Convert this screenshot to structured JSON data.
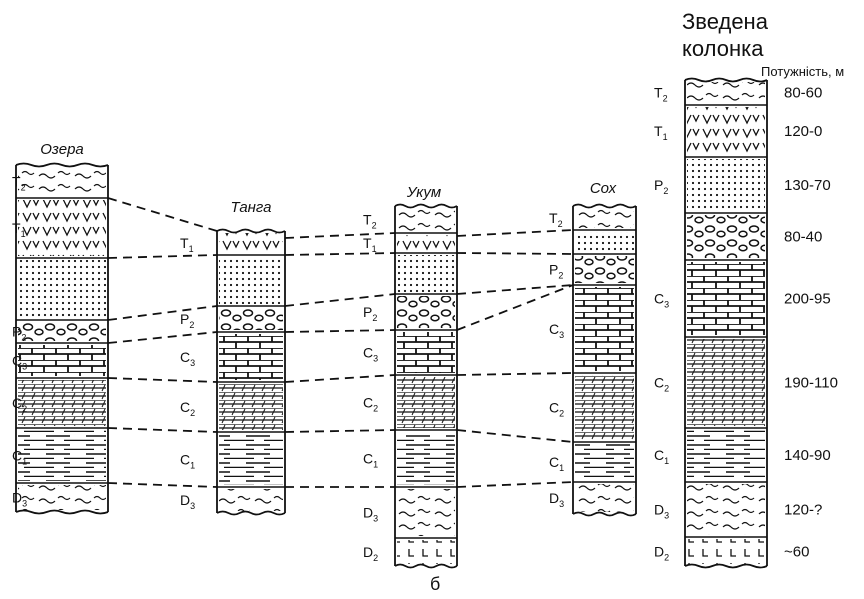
{
  "columns": [
    {
      "id": "ozera",
      "title": "Озера",
      "layers": [
        {
          "label": "T",
          "sub": "2",
          "lith": "shale"
        },
        {
          "label": "T",
          "sub": "1",
          "lith": "volcanic"
        },
        {
          "label": "",
          "sub": "",
          "lith": "sand"
        },
        {
          "label": "P",
          "sub": "2",
          "lith": "conglomerate"
        },
        {
          "label": "C",
          "sub": "3",
          "lith": "limestone"
        },
        {
          "label": "C",
          "sub": "2",
          "lith": "dolomite"
        },
        {
          "label": "C",
          "sub": "1",
          "lith": "clay"
        },
        {
          "label": "D",
          "sub": "3",
          "lith": "shale"
        }
      ]
    },
    {
      "id": "tanga",
      "title": "Танга",
      "layers": [
        {
          "label": "T",
          "sub": "1",
          "lith": "volcanic"
        },
        {
          "label": "",
          "sub": "",
          "lith": "sand"
        },
        {
          "label": "P",
          "sub": "2",
          "lith": "conglomerate"
        },
        {
          "label": "C",
          "sub": "3",
          "lith": "limestone"
        },
        {
          "label": "C",
          "sub": "2",
          "lith": "dolomite"
        },
        {
          "label": "C",
          "sub": "1",
          "lith": "clay"
        },
        {
          "label": "D",
          "sub": "3",
          "lith": "shale"
        }
      ]
    },
    {
      "id": "ukum",
      "title": "Укум",
      "layers": [
        {
          "label": "T",
          "sub": "2",
          "lith": "shale"
        },
        {
          "label": "T",
          "sub": "1",
          "lith": "volcanic"
        },
        {
          "label": "",
          "sub": "",
          "lith": "sand"
        },
        {
          "label": "P",
          "sub": "2",
          "lith": "conglomerate"
        },
        {
          "label": "C",
          "sub": "3",
          "lith": "limestone"
        },
        {
          "label": "C",
          "sub": "2",
          "lith": "dolomite"
        },
        {
          "label": "C",
          "sub": "1",
          "lith": "clay"
        },
        {
          "label": "D",
          "sub": "3",
          "lith": "shale"
        },
        {
          "label": "D",
          "sub": "2",
          "lith": "basalt"
        }
      ]
    },
    {
      "id": "sokh",
      "title": "Сох",
      "layers": [
        {
          "label": "T",
          "sub": "2",
          "lith": "shale"
        },
        {
          "label": "",
          "sub": "",
          "lith": "sand"
        },
        {
          "label": "P",
          "sub": "2",
          "lith": "conglomerate"
        },
        {
          "label": "C",
          "sub": "3",
          "lith": "limestone"
        },
        {
          "label": "C",
          "sub": "2",
          "lith": "dolomite"
        },
        {
          "label": "C",
          "sub": "1",
          "lith": "clay"
        },
        {
          "label": "D",
          "sub": "3",
          "lith": "shale"
        }
      ]
    },
    {
      "id": "summary",
      "title": "Зведена колонка",
      "layers": [
        {
          "label": "T",
          "sub": "2",
          "lith": "shale",
          "thickness": "80-60"
        },
        {
          "label": "T",
          "sub": "1",
          "lith": "volcanic",
          "thickness": "120-0"
        },
        {
          "label": "P",
          "sub": "2",
          "lith": "sand",
          "thickness": "130-70"
        },
        {
          "label": "",
          "sub": "",
          "lith": "conglomerate",
          "thickness": "80-40"
        },
        {
          "label": "C",
          "sub": "3",
          "lith": "limestone",
          "thickness": "200-95"
        },
        {
          "label": "C",
          "sub": "2",
          "lith": "dolomite",
          "thickness": "190-110"
        },
        {
          "label": "C",
          "sub": "1",
          "lith": "clay",
          "thickness": "140-90"
        },
        {
          "label": "D",
          "sub": "3",
          "lith": "shale",
          "thickness": "120-?"
        },
        {
          "label": "D",
          "sub": "2",
          "lith": "basalt",
          "thickness": "~60"
        }
      ]
    }
  ],
  "summary_title_line1": "Зведена",
  "summary_title_line2": "колонка",
  "thickness_header": "Потужність, м",
  "caption": "б"
}
